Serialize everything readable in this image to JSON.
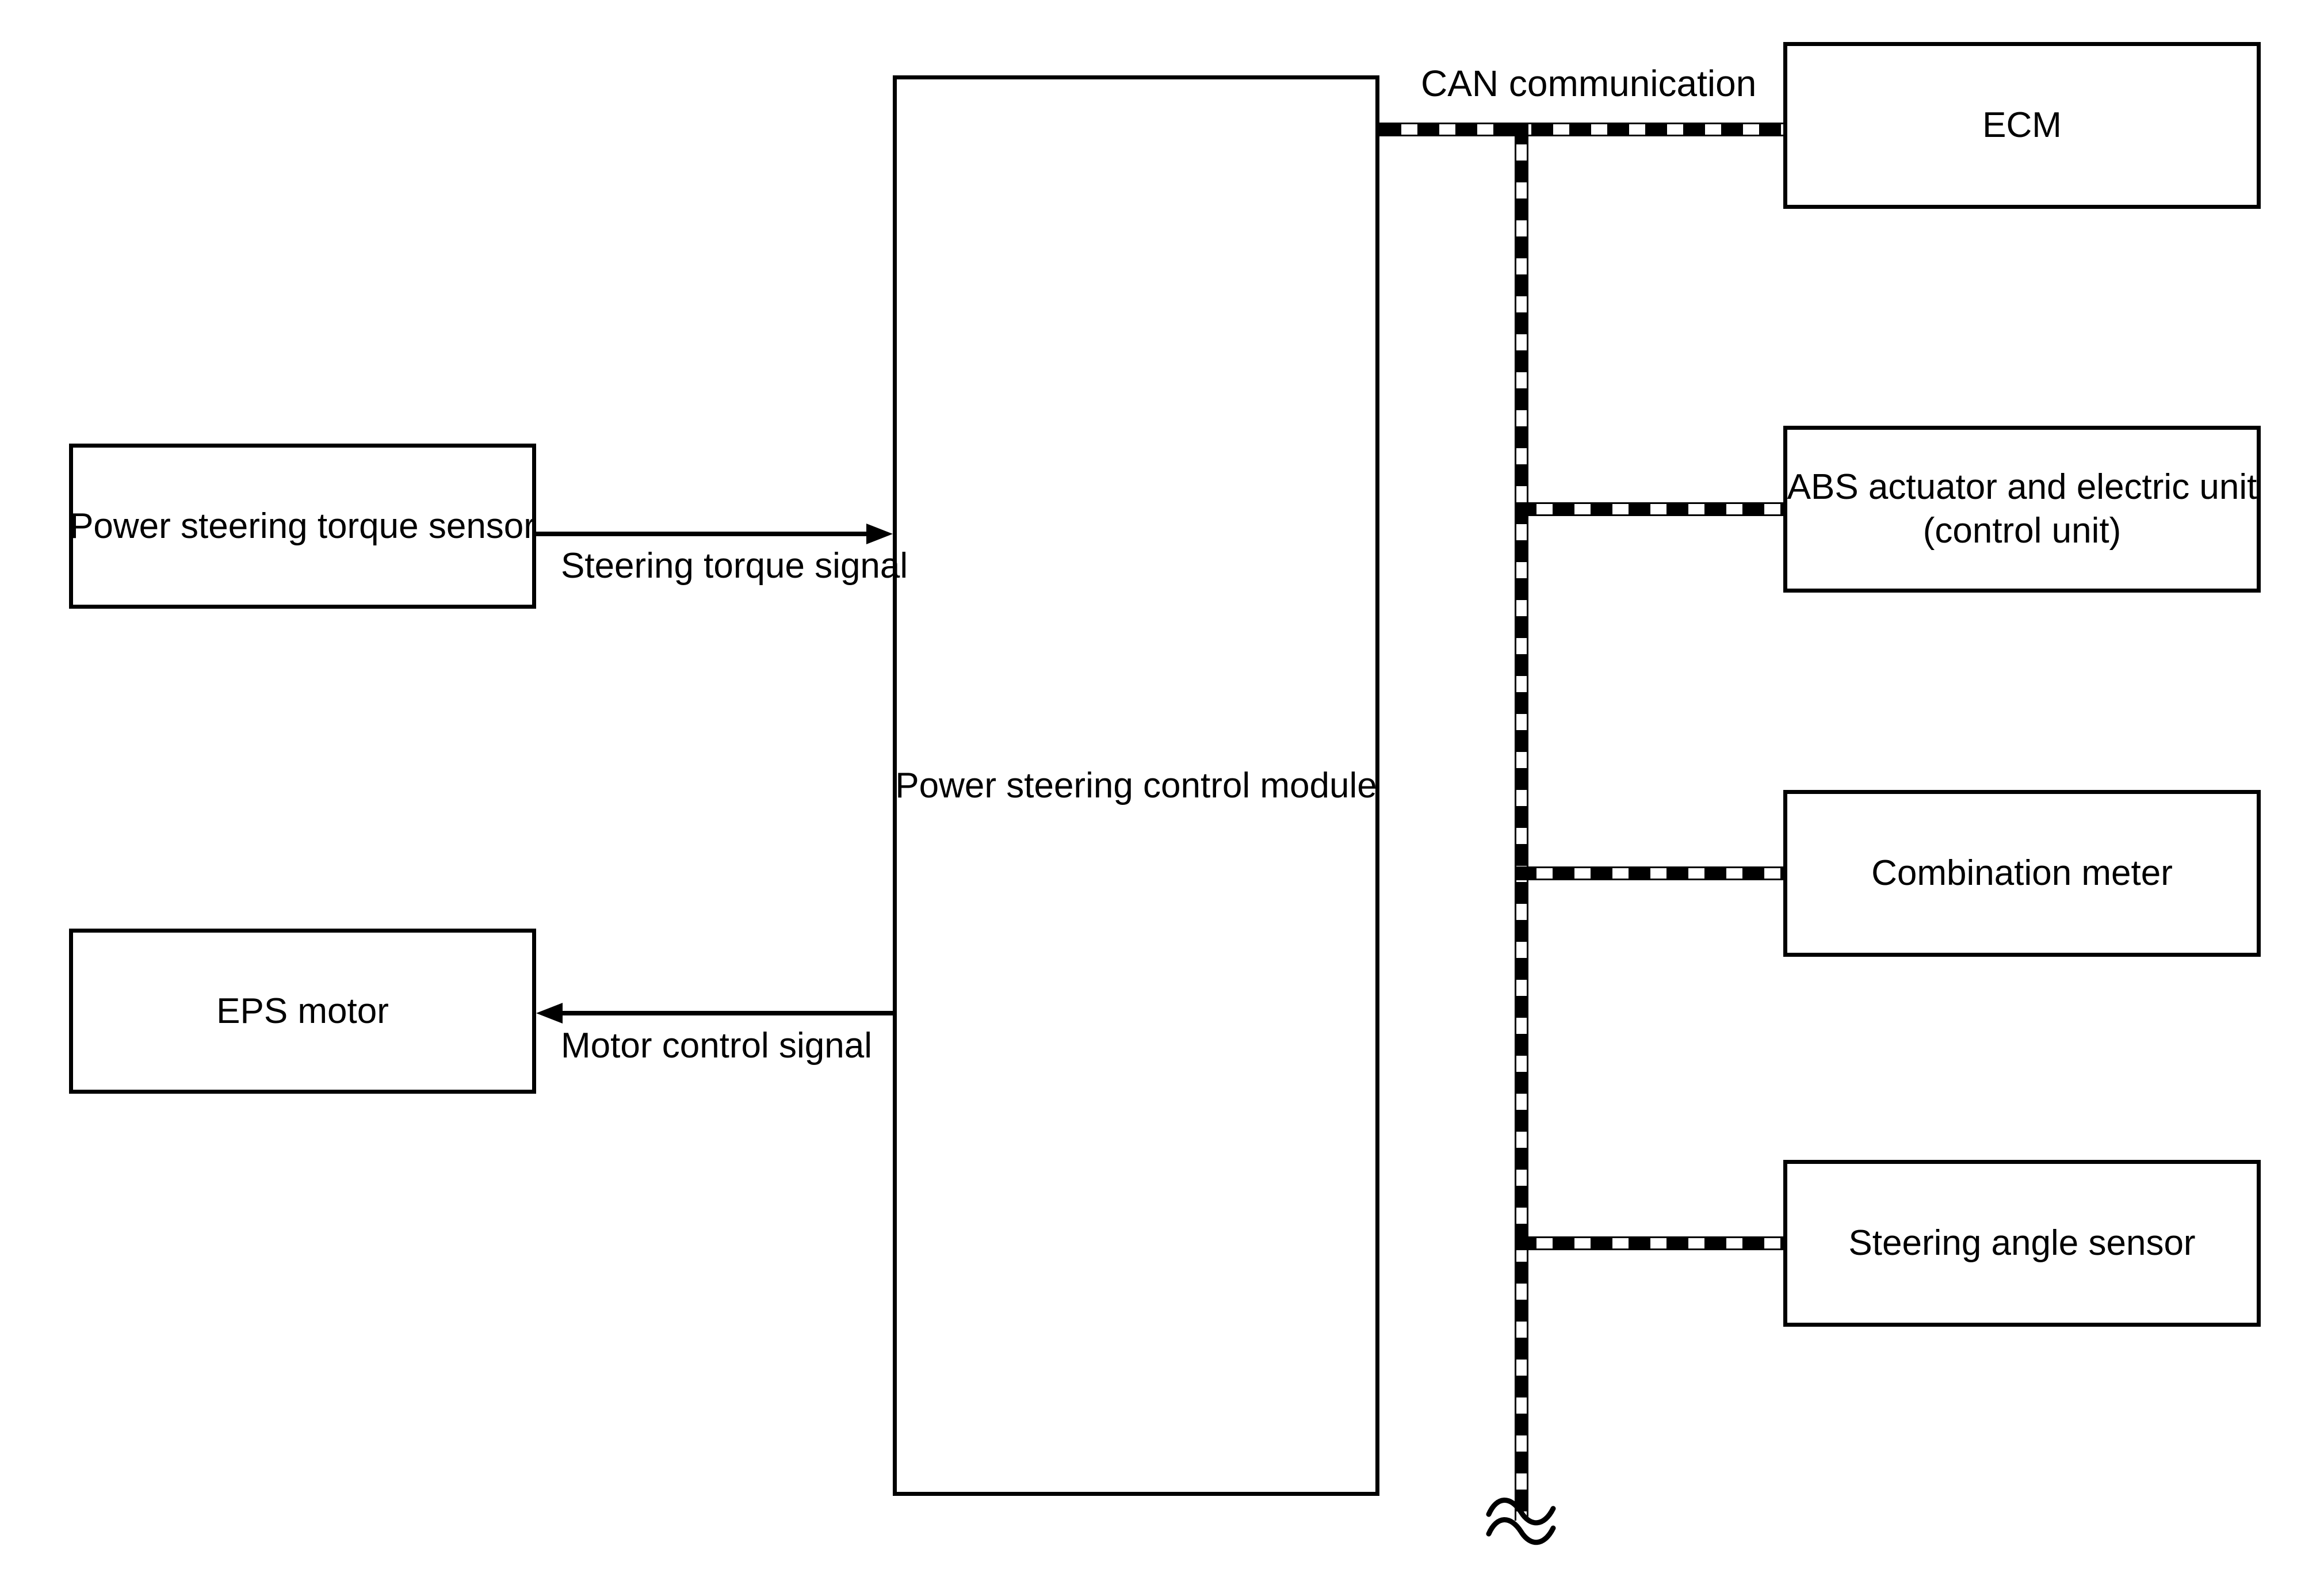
{
  "labels": {
    "can_communication": "CAN communication"
  },
  "boxes": {
    "torque_sensor": "Power steering torque sensor",
    "eps_motor": "EPS motor",
    "control_module": "Power steering control module",
    "ecm": "ECM",
    "abs_unit_line1": "ABS actuator and electric unit",
    "abs_unit_line2": "(control unit)",
    "combination_meter": "Combination meter",
    "steering_angle_sensor": "Steering angle sensor"
  },
  "signals": {
    "steering_torque": "Steering torque signal",
    "motor_control": "Motor control signal"
  },
  "colors": {
    "ink": "#000000",
    "background": "#ffffff"
  }
}
